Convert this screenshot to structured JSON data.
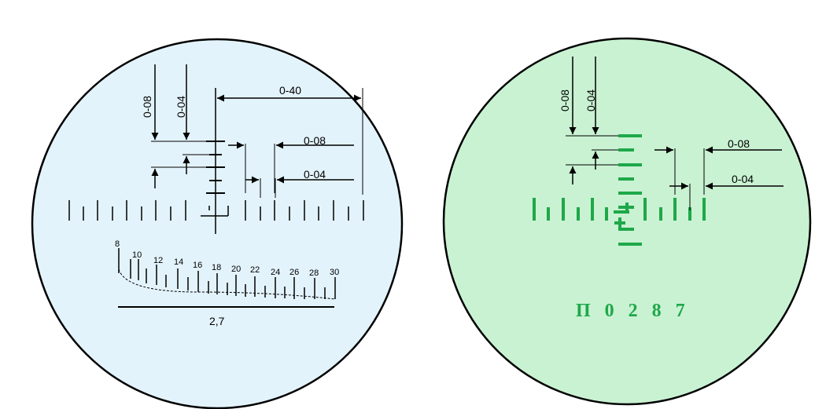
{
  "left_reticle": {
    "bg_color": "#e3f3fb",
    "labels": {
      "vert_a": "0-08",
      "vert_b": "0-04",
      "top_span": "0-40",
      "mid_span": "0-08",
      "low_span": "0-04"
    },
    "rangefinder": {
      "ticks": [
        "8",
        "10",
        "12",
        "14",
        "16",
        "18",
        "20",
        "22",
        "24",
        "26",
        "28",
        "30"
      ],
      "base_label": "2,7"
    }
  },
  "right_reticle": {
    "bg_color": "#c9f2d2",
    "mark_color": "#1fa84a",
    "labels": {
      "vert_a": "0-08",
      "vert_b": "0-04",
      "mid_span": "0-08",
      "low_span": "0-04"
    },
    "code": "П 0 2 8 7"
  }
}
